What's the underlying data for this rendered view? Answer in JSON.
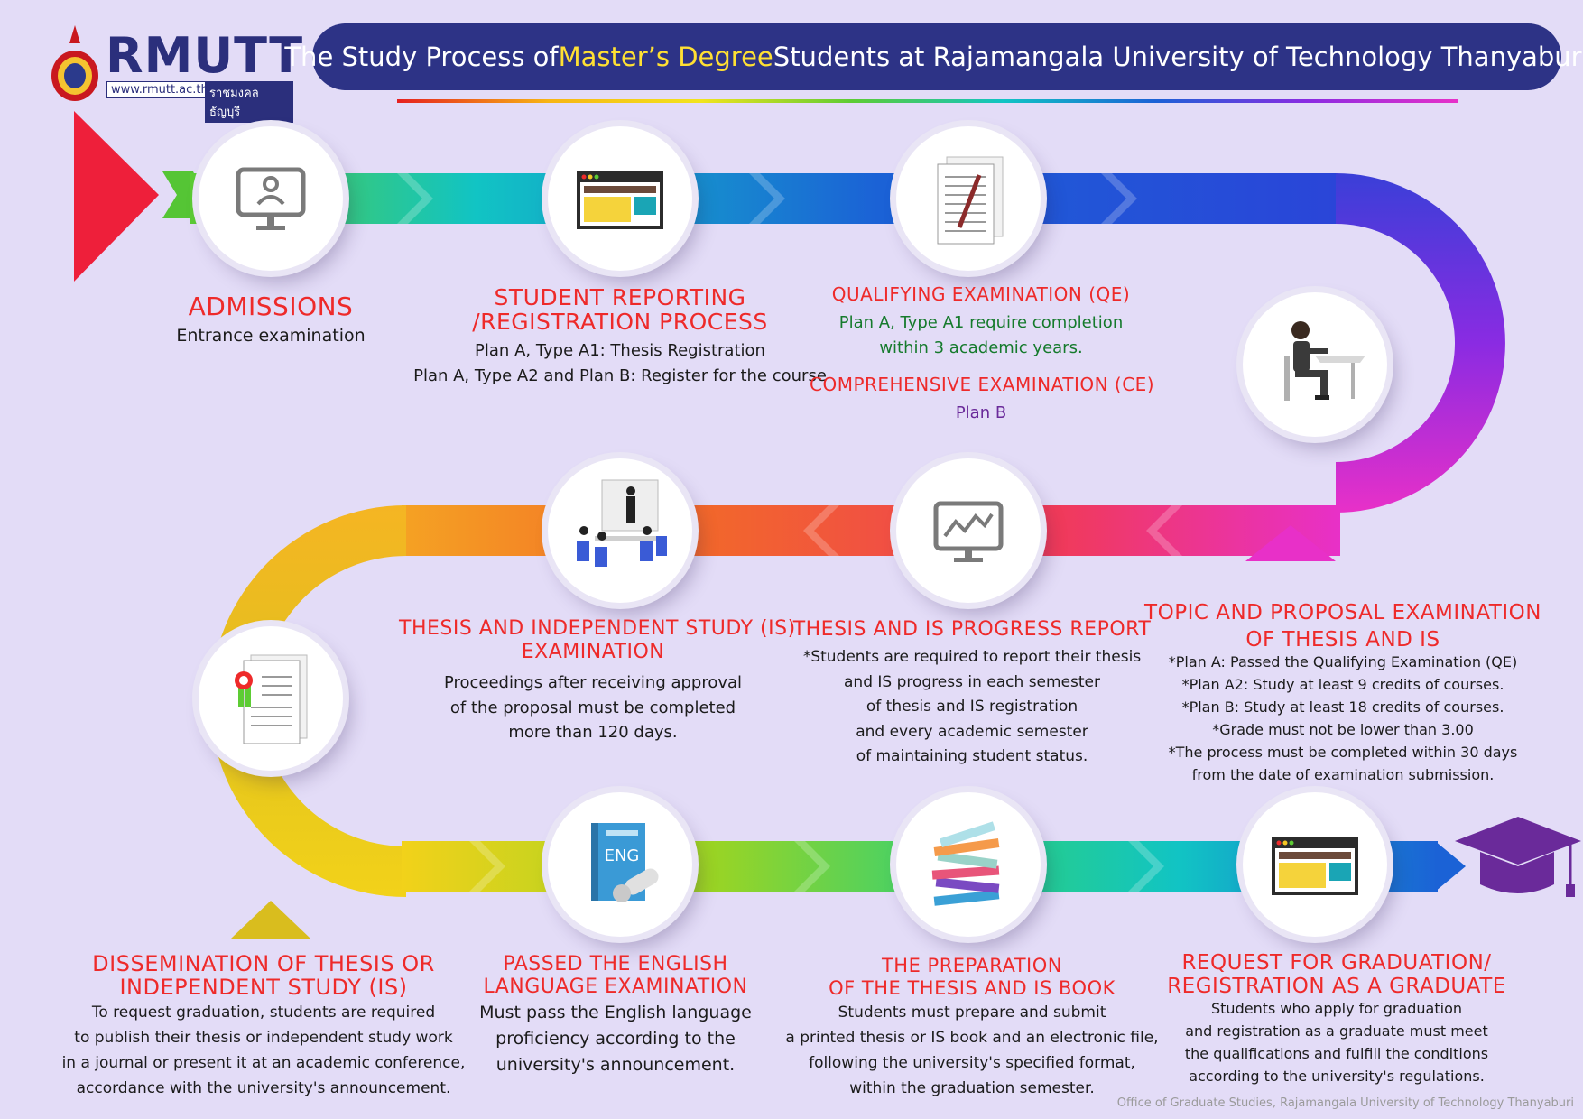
{
  "colors": {
    "background": "#e3dcf7",
    "title_bar": "#2d3386",
    "title_highlight": "#ffe033",
    "heading_red": "#ee2a2a",
    "green_text": "#157a2c",
    "purple_text": "#6a2a9a"
  },
  "logo": {
    "name": "RMUTT",
    "url": "www.rmutt.ac.th",
    "thai": "ราชมงคลธัญบุรี"
  },
  "title": {
    "prefix": "The Study Process of ",
    "highlight": "Master’s Degree",
    "suffix": " Students at Rajamangala University of Technology Thanyaburi"
  },
  "steps": {
    "admissions": {
      "title": "ADMISSIONS",
      "lines": [
        "Entrance examination"
      ],
      "icon": "computer-user-icon"
    },
    "registration": {
      "title1": "STUDENT REPORTING",
      "title2": "/REGISTRATION PROCESS",
      "lines": [
        "Plan A, Type A1: Thesis Registration",
        "Plan A, Type A2 and Plan B: Register for the course"
      ],
      "icon": "browser-window-icon"
    },
    "qualifying": {
      "title": "QUALIFYING EXAMINATION (QE)",
      "lines": [
        "Plan A, Type A1 require completion",
        "within 3 academic years."
      ],
      "ce_title": "COMPREHENSIVE EXAMINATION (CE)",
      "ce_lines": [
        "Plan B"
      ],
      "icon": "document-pen-icon"
    },
    "topic": {
      "title1": "TOPIC AND PROPOSAL EXAMINATION",
      "title2": "OF THESIS AND IS",
      "lines": [
        "*Plan A: Passed the Qualifying Examination (QE)",
        "*Plan A2: Study at least 9 credits of courses.",
        "*Plan B: Study at least 18 credits of courses.",
        "*Grade must not be lower than 3.00",
        "*The process must be completed within 30 days",
        "from the date of examination submission."
      ],
      "icon": "student-desk-icon"
    },
    "progress": {
      "title": "THESIS AND IS PROGRESS REPORT",
      "lines": [
        "*Students are required to report their thesis",
        "and IS progress in each semester",
        "of thesis and IS registration",
        "and every academic semester",
        "of maintaining student status."
      ],
      "icon": "monitor-chart-icon"
    },
    "thesis_exam": {
      "title1": "THESIS AND INDEPENDENT STUDY (IS)",
      "title2": "EXAMINATION",
      "lines": [
        "Proceedings after receiving approval",
        "of the proposal must be completed",
        "more than 120 days."
      ],
      "icon": "meeting-presentation-icon"
    },
    "dissemination": {
      "title1": "DISSEMINATION OF THESIS OR",
      "title2": "INDEPENDENT STUDY (IS)",
      "lines": [
        "To request graduation, students are required",
        "to publish their thesis or independent study work",
        "in a journal or present it at an academic conference,",
        "accordance with the university's announcement."
      ],
      "icon": "certificate-icon"
    },
    "english": {
      "title1": "PASSED THE ENGLISH",
      "title2": "LANGUAGE EXAMINATION",
      "lines": [
        "Must pass the English language",
        "proficiency  according to the",
        "university's announcement."
      ],
      "icon_label": "ENG",
      "icon": "english-book-icon"
    },
    "book": {
      "title1": "THE PREPARATION",
      "title2": "OF THE THESIS AND IS BOOK",
      "lines": [
        "Students must prepare and submit",
        "a printed thesis or IS book and an electronic file,",
        "following the university's specified format,",
        "within the graduation semester."
      ],
      "icon": "book-stack-icon"
    },
    "graduate": {
      "title1": "REQUEST FOR GRADUATION/",
      "title2": "REGISTRATION AS A GRADUATE",
      "lines": [
        "Students who apply for graduation",
        "and registration as a graduate must meet",
        "the qualifications and fulfill the conditions",
        "according to the university's regulations."
      ],
      "icon": "browser-window-icon"
    }
  },
  "footer": "Office of Graduate Studies, Rajamangala University of Technology Thanyaburi"
}
